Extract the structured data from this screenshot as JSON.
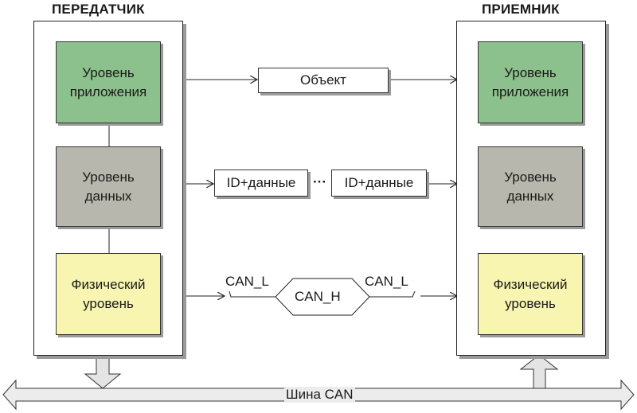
{
  "transmitter": {
    "title": "ПЕРЕДАТЧИК",
    "layers": {
      "application": "Уровень\nприложения",
      "data": "Уровень\nданных",
      "physical": "Физический\nуровень"
    }
  },
  "receiver": {
    "title": "ПРИЕМНИК",
    "layers": {
      "application": "Уровень\nприложения",
      "data": "Уровень\nданных",
      "physical": "Физический\nуровень"
    }
  },
  "messages": {
    "object": "Объект",
    "frame_left": "ID+данные",
    "ellipsis": "···",
    "frame_right": "ID+данные",
    "can_l_left": "CAN_L",
    "can_h": "CAN_H",
    "can_l_right": "CAN_L"
  },
  "bus": {
    "label": "Шина CAN"
  },
  "colors": {
    "application": "#8cc08c",
    "data": "#b7b7ad",
    "physical": "#f7f5b0",
    "shadow": "#9a9a9a"
  }
}
